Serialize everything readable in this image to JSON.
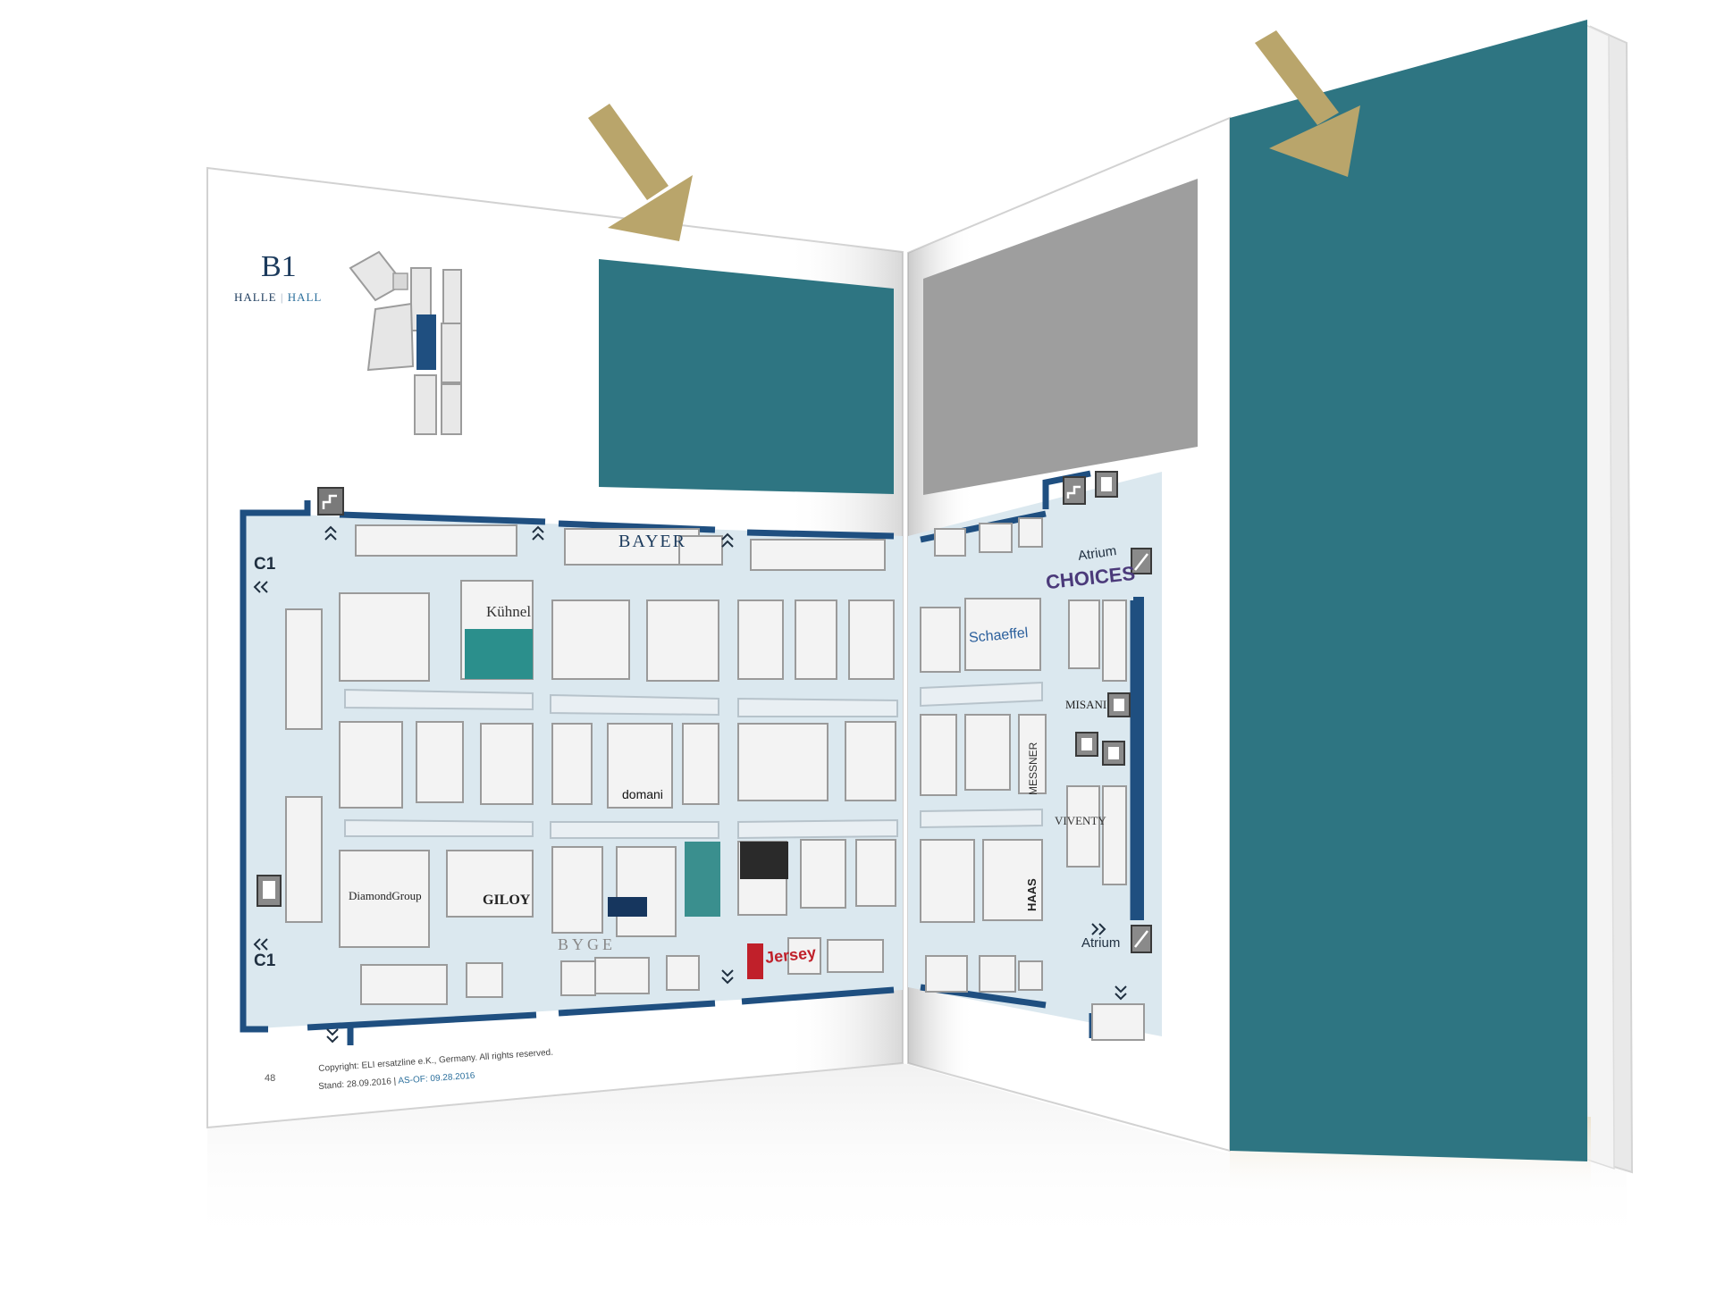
{
  "hall": {
    "code": "B1",
    "label_left": "HALLE",
    "label_right": "HALL"
  },
  "footer": {
    "page_number": "48",
    "copyright": "Copyright: ELI ersatzline e.K., Germany. All rights reserved.",
    "stand_prefix": "Stand: 28.09.2016 |",
    "stand_dates": "AS-OF: 09.28.2016"
  },
  "entrances": {
    "left_top": "C1",
    "left_bottom": "C1",
    "right_top": "Atrium",
    "right_bottom": "Atrium"
  },
  "exhibitors": {
    "bayer": "BAYER",
    "kuhnel": "Kühnel",
    "choices": "CHOICES",
    "schaeffel": "Schaeffel",
    "misani": "MISANI",
    "domani": "domani",
    "diamond_group": "DiamondGroup",
    "giloy": "GILOY",
    "byge": "BYGE",
    "jersey": "Jersey",
    "vivienti": "VIVENTY",
    "messner": "MESSNER",
    "haas": "HAAS"
  },
  "colors": {
    "teal_block": "#2e7582",
    "gray_block": "#9e9e9e",
    "arrow": "#b9a56b",
    "floor": "#dbe8ef",
    "wall": "#1f4f80",
    "booth": "#f3f3f3"
  },
  "icons": [
    "arrow-down-right-icon",
    "stairs-icon",
    "elevator-icon",
    "escalator-icon"
  ]
}
